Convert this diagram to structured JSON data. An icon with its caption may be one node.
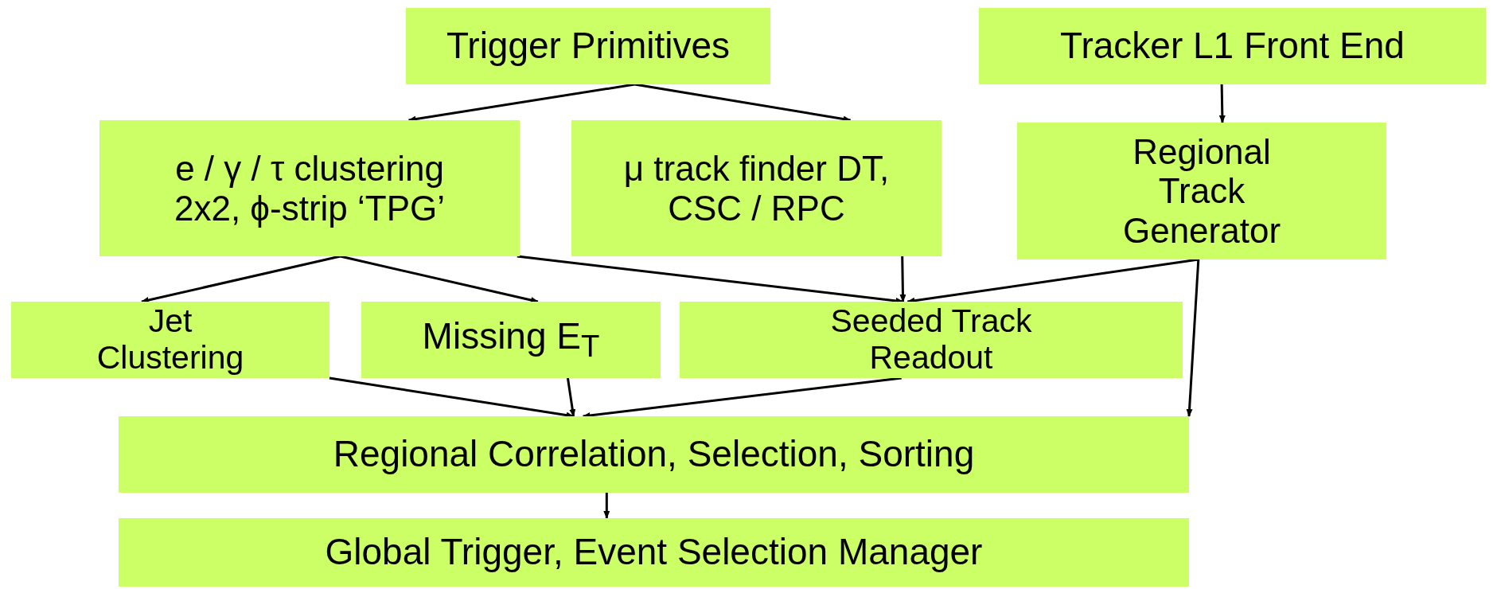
{
  "diagram": {
    "nodes": [
      {
        "text": [
          "Trigger Primitives"
        ]
      },
      {
        "text": [
          "Tracker L1 Front End"
        ]
      },
      {
        "text": [
          "e / γ / τ clustering 2x2, ϕ-strip ‘TPG’"
        ]
      },
      {
        "text": [
          "μ track finder DT, CSC / RPC"
        ]
      },
      {
        "text": [
          "Regional Track Generator"
        ]
      },
      {
        "text": [
          "Jet Clustering"
        ]
      },
      {
        "text": [
          "Missing E$_{T}$"
        ]
      },
      {
        "text": [
          "Seeded Track Readout"
        ]
      },
      {
        "text": [
          "Regional Correlation, Selection, Sorting"
        ]
      },
      {
        "text": [
          "Global Trigger, Event Selection Manager"
        ]
      }
    ],
    "edges": [
      {
        "from": 0,
        "to": 2,
        "arrow": "to"
      },
      {
        "from": 0,
        "to": 3,
        "arrow": "to"
      },
      {
        "from": 1,
        "to": 4,
        "arrow": "to"
      },
      {
        "from": 2,
        "to": 5,
        "arrow": "to"
      },
      {
        "from": 2,
        "to": 6,
        "arrow": "to"
      },
      {
        "from": 2,
        "to": 7,
        "arrow": "to"
      },
      {
        "from": 3,
        "to": 7,
        "arrow": "to"
      },
      {
        "from": 4,
        "to": 7,
        "arrow": "to"
      },
      {
        "from": 4,
        "to": 8,
        "arrow": "to"
      },
      {
        "from": 5,
        "to": 8,
        "arrow": "to"
      },
      {
        "from": 6,
        "to": 8,
        "arrow": "to"
      },
      {
        "from": 7,
        "to": 8,
        "arrow": "to"
      },
      {
        "from": 8,
        "to": 9,
        "arrow": "to"
      }
    ]
  }
}
